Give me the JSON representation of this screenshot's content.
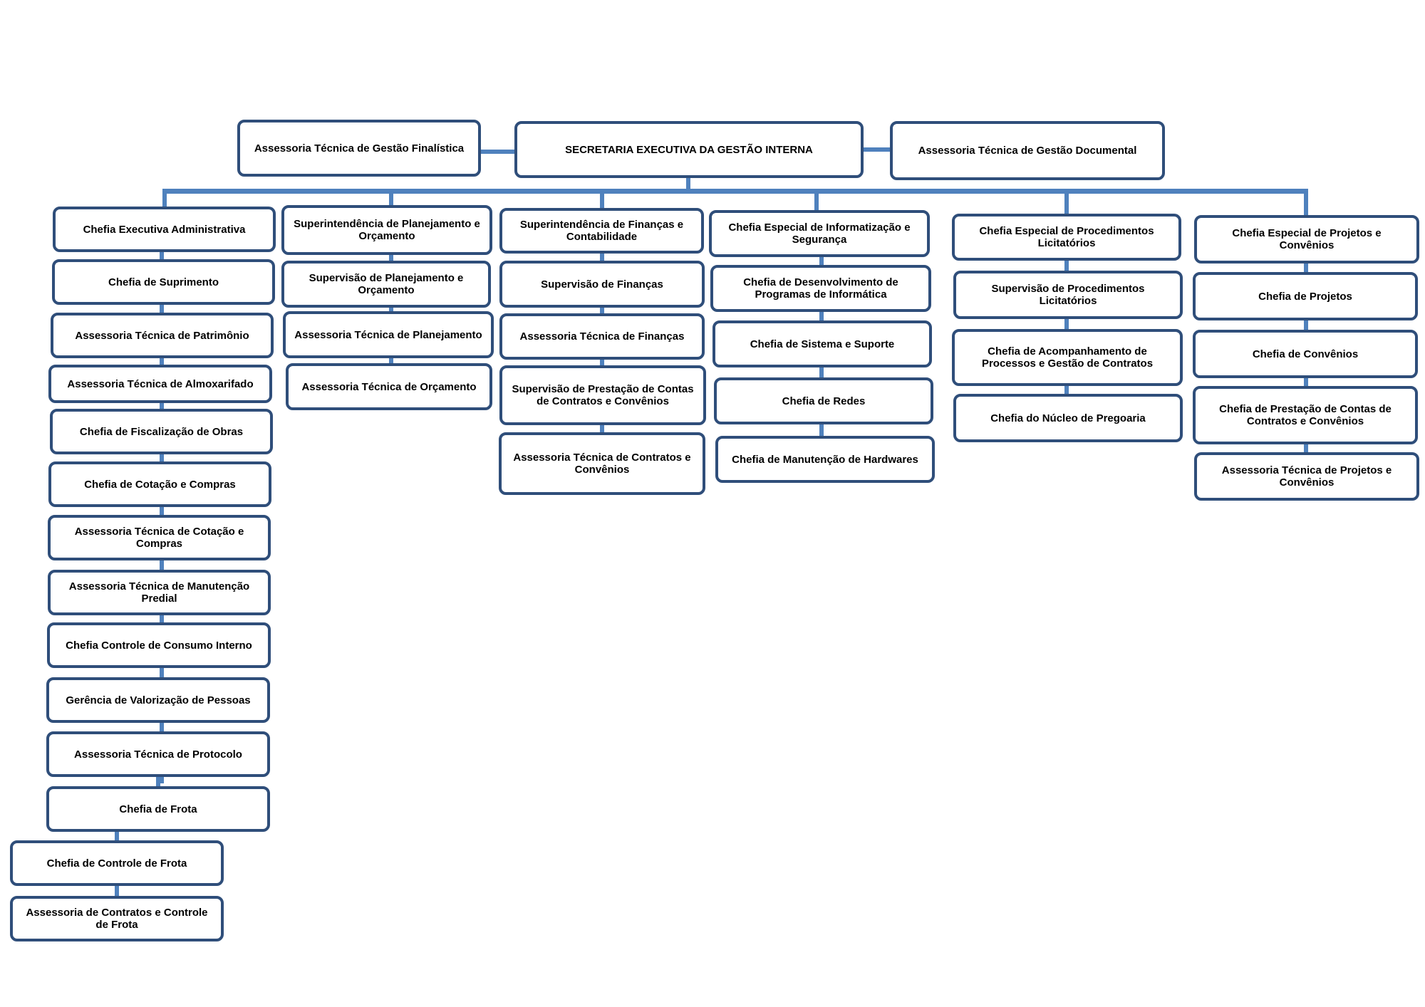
{
  "accent_line_color": "#4f81bd",
  "box_border_color": "#2f4e7a",
  "top": {
    "left_advisory": "Assessoria Técnica de Gestão Finalística",
    "center": "SECRETARIA EXECUTIVA DA GESTÃO INTERNA",
    "right_advisory": "Assessoria Técnica de Gestão Documental"
  },
  "columns": [
    {
      "head": "Chefia Executiva Administrativa",
      "items": [
        "Chefia de Suprimento",
        "Assessoria Técnica de Patrimônio",
        "Assessoria Técnica de Almoxarifado",
        "Chefia de Fiscalização de Obras",
        "Chefia de Cotação e Compras",
        "Assessoria Técnica de Cotação e Compras",
        "Assessoria Técnica de Manutenção Predial",
        "Chefia Controle de Consumo Interno",
        "Gerência de Valorização de Pessoas",
        "Assessoria Técnica de Protocolo",
        "Chefia de Frota",
        "Chefia de Controle de Frota",
        "Assessoria de Contratos e Controle de Frota"
      ]
    },
    {
      "head": "Superintendência de Planejamento e Orçamento",
      "items": [
        "Supervisão de Planejamento e Orçamento",
        "Assessoria Técnica de Planejamento",
        "Assessoria Técnica de Orçamento"
      ]
    },
    {
      "head": "Superintendência de Finanças e Contabilidade",
      "items": [
        "Supervisão de Finanças",
        "Assessoria Técnica de Finanças",
        "Supervisão de Prestação de Contas de Contratos e Convênios",
        "Assessoria Técnica de Contratos e Convênios"
      ]
    },
    {
      "head": "Chefia Especial de Informatização e Segurança",
      "items": [
        "Chefia de Desenvolvimento de Programas de Informática",
        "Chefia de Sistema e Suporte",
        "Chefia de Redes",
        "Chefia de Manutenção de Hardwares"
      ]
    },
    {
      "head": "Chefia Especial de Procedimentos Licitatórios",
      "items": [
        "Supervisão de Procedimentos Licitatórios",
        "Chefia de Acompanhamento de Processos e Gestão de Contratos",
        "Chefia do Núcleo de Pregoaria"
      ]
    },
    {
      "head": "Chefia Especial de Projetos e Convênios",
      "items": [
        "Chefia de Projetos",
        "Chefia de Convênios",
        "Chefia de Prestação de Contas de Contratos e Convênios",
        "Assessoria Técnica de Projetos e Convênios"
      ]
    }
  ]
}
